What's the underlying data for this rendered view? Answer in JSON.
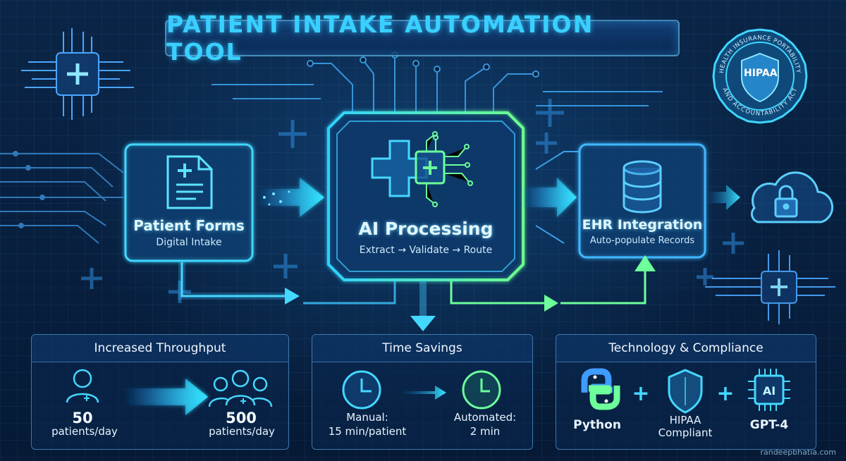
{
  "title": "PATIENT INTAKE AUTOMATION TOOL",
  "badge": {
    "center": "HIPAA",
    "ring_top": "HEALTH INSURANCE PORTABILITY",
    "ring_bottom": "AND ACCOUNTABILITY ACT"
  },
  "flow": {
    "forms": {
      "title": "Patient Forms",
      "subtitle": "Digital Intake"
    },
    "ai": {
      "title": "AI Processing",
      "subtitle": "Extract → Validate → Route"
    },
    "ehr": {
      "title": "EHR Integration",
      "subtitle": "Auto-populate Records"
    }
  },
  "panels": {
    "throughput": {
      "heading": "Increased Throughput",
      "before_value": "50",
      "before_unit": "patients/day",
      "after_value": "500",
      "after_unit": "patients/day"
    },
    "time": {
      "heading": "Time Savings",
      "manual_label": "Manual:",
      "manual_value": "15 min/patient",
      "auto_label": "Automated:",
      "auto_value": "2 min"
    },
    "tech": {
      "heading": "Technology & Compliance",
      "python": "Python",
      "hipaa_line1": "HIPAA",
      "hipaa_line2": "Compliant",
      "gpt": "GPT-4",
      "ai_chip": "AI",
      "plus": "+"
    }
  },
  "footer": "randeepbhatia.com",
  "colors": {
    "accent_cyan": "#39d0ff",
    "accent_green": "#4dff9a",
    "background": "#071a33"
  }
}
